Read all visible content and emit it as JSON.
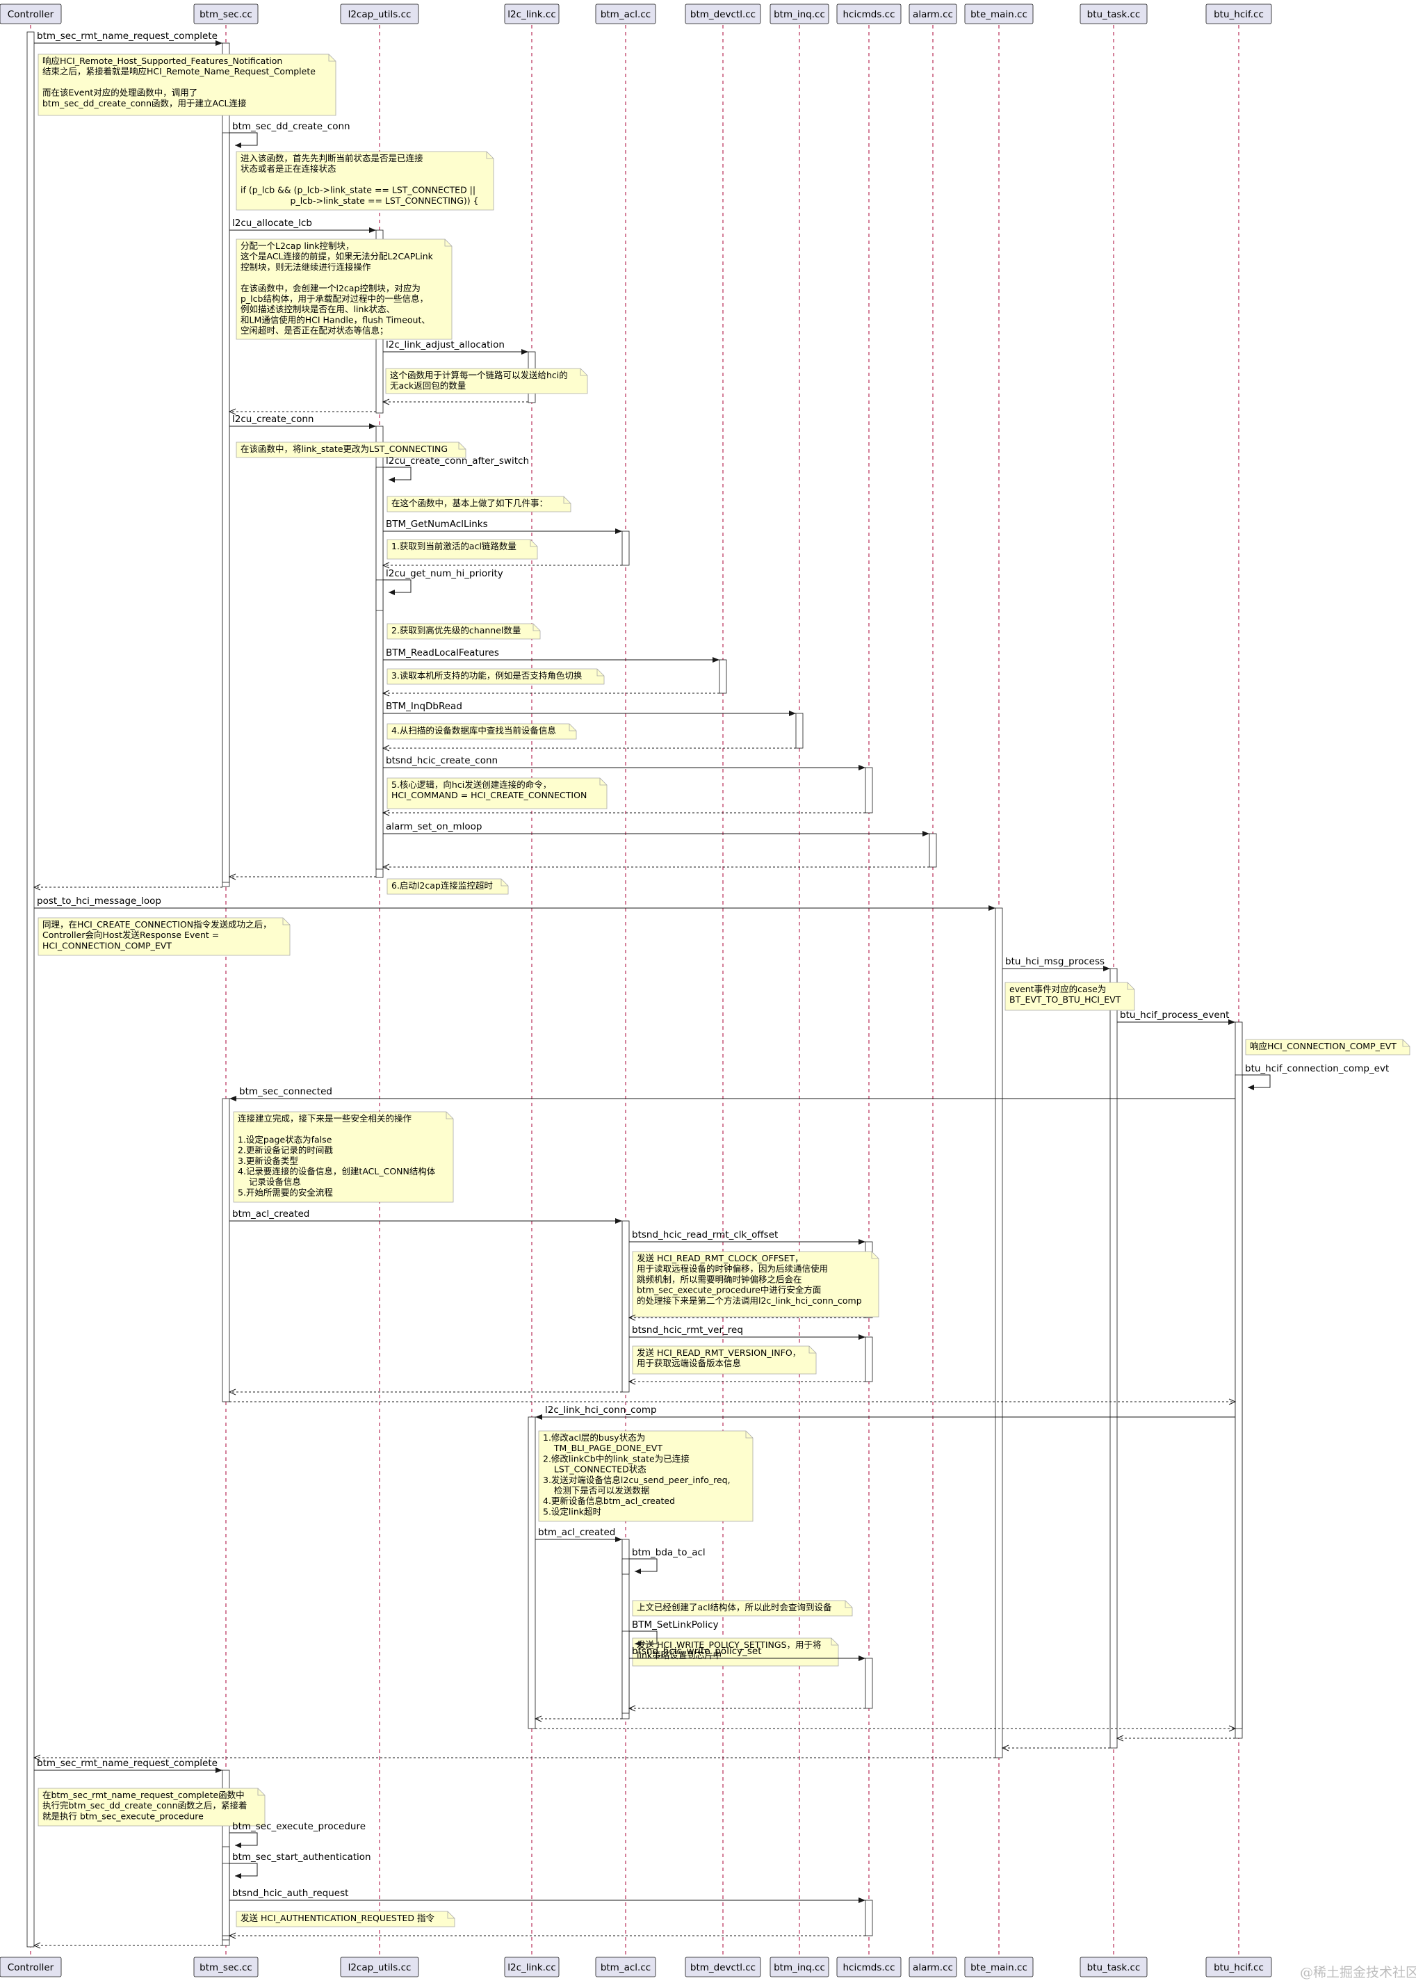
{
  "participants": [
    {
      "id": "controller",
      "name": "Controller"
    },
    {
      "id": "sec",
      "name": "btm_sec.cc"
    },
    {
      "id": "l2u",
      "name": "l2cap_utils.cc"
    },
    {
      "id": "l2l",
      "name": "l2c_link.cc"
    },
    {
      "id": "acl",
      "name": "btm_acl.cc"
    },
    {
      "id": "dev",
      "name": "btm_devctl.cc"
    },
    {
      "id": "inq",
      "name": "btm_inq.cc"
    },
    {
      "id": "hci",
      "name": "hcicmds.cc"
    },
    {
      "id": "alarm",
      "name": "alarm.cc"
    },
    {
      "id": "bte",
      "name": "bte_main.cc"
    },
    {
      "id": "btu",
      "name": "btu_task.cc"
    },
    {
      "id": "hcif",
      "name": "btu_hcif.cc"
    }
  ],
  "messages": [
    {
      "from": "controller",
      "to": "sec",
      "label": "btm_sec_rmt_name_request_complete"
    },
    {
      "from": "sec",
      "to": "sec",
      "label": "btm_sec_dd_create_conn"
    },
    {
      "from": "sec",
      "to": "l2u",
      "label": "l2cu_allocate_lcb"
    },
    {
      "from": "l2u",
      "to": "l2l",
      "label": "l2c_link_adjust_allocation"
    },
    {
      "from": "l2l",
      "to": "l2u",
      "label": "",
      "ret": true
    },
    {
      "from": "l2u",
      "to": "sec",
      "label": "",
      "ret": true
    },
    {
      "from": "sec",
      "to": "l2u",
      "label": "l2cu_create_conn"
    },
    {
      "from": "l2u",
      "to": "l2u",
      "label": "l2cu_create_conn_after_switch"
    },
    {
      "from": "l2u",
      "to": "acl",
      "label": "BTM_GetNumAclLinks"
    },
    {
      "from": "acl",
      "to": "l2u",
      "label": "",
      "ret": true
    },
    {
      "from": "l2u",
      "to": "l2u",
      "label": "l2cu_get_num_hi_priority"
    },
    {
      "from": "l2u",
      "to": "dev",
      "label": "BTM_ReadLocalFeatures"
    },
    {
      "from": "dev",
      "to": "l2u",
      "label": "",
      "ret": true
    },
    {
      "from": "l2u",
      "to": "inq",
      "label": "BTM_InqDbRead"
    },
    {
      "from": "inq",
      "to": "l2u",
      "label": "",
      "ret": true
    },
    {
      "from": "l2u",
      "to": "hci",
      "label": "btsnd_hcic_create_conn"
    },
    {
      "from": "hci",
      "to": "l2u",
      "label": "",
      "ret": true
    },
    {
      "from": "l2u",
      "to": "alarm",
      "label": "alarm_set_on_mloop"
    },
    {
      "from": "alarm",
      "to": "l2u",
      "label": "",
      "ret": true
    },
    {
      "from": "l2u",
      "to": "sec",
      "label": "",
      "ret": true
    },
    {
      "from": "sec",
      "to": "controller",
      "label": "",
      "ret": true
    },
    {
      "from": "controller",
      "to": "bte",
      "label": "post_to_hci_message_loop"
    },
    {
      "from": "bte",
      "to": "btu",
      "label": "btu_hci_msg_process"
    },
    {
      "from": "btu",
      "to": "hcif",
      "label": "btu_hcif_process_event"
    },
    {
      "from": "hcif",
      "to": "hcif",
      "label": "btu_hcif_connection_comp_evt"
    },
    {
      "from": "hcif",
      "to": "sec",
      "label": "btm_sec_connected"
    },
    {
      "from": "sec",
      "to": "acl",
      "label": "btm_acl_created"
    },
    {
      "from": "acl",
      "to": "hci",
      "label": "btsnd_hcic_read_rmt_clk_offset"
    },
    {
      "from": "hci",
      "to": "acl",
      "label": "",
      "ret": true
    },
    {
      "from": "acl",
      "to": "hci",
      "label": "btsnd_hcic_rmt_ver_req"
    },
    {
      "from": "hci",
      "to": "acl",
      "label": "",
      "ret": true
    },
    {
      "from": "acl",
      "to": "sec",
      "label": "",
      "ret": true
    },
    {
      "from": "sec",
      "to": "hcif",
      "label": "",
      "ret": true
    },
    {
      "from": "hcif",
      "to": "l2l",
      "label": "l2c_link_hci_conn_comp"
    },
    {
      "from": "l2l",
      "to": "acl",
      "label": "btm_acl_created"
    },
    {
      "from": "acl",
      "to": "acl",
      "label": "btm_bda_to_acl"
    },
    {
      "from": "acl",
      "to": "acl",
      "label": "BTM_SetLinkPolicy"
    },
    {
      "from": "acl",
      "to": "hci",
      "label": "btsnd_hcic_write_policy_set"
    },
    {
      "from": "hci",
      "to": "acl",
      "label": "",
      "ret": true
    },
    {
      "from": "acl",
      "to": "l2l",
      "label": "",
      "ret": true
    },
    {
      "from": "l2l",
      "to": "hcif",
      "label": "",
      "ret": true
    },
    {
      "from": "hcif",
      "to": "btu",
      "label": "",
      "ret": true
    },
    {
      "from": "btu",
      "to": "bte",
      "label": "",
      "ret": true
    },
    {
      "from": "bte",
      "to": "controller",
      "label": "",
      "ret": true
    },
    {
      "from": "controller",
      "to": "sec",
      "label": "btm_sec_rmt_name_request_complete"
    },
    {
      "from": "sec",
      "to": "sec",
      "label": "btm_sec_execute_procedure"
    },
    {
      "from": "sec",
      "to": "sec",
      "label": "btm_sec_start_authentication"
    },
    {
      "from": "sec",
      "to": "hci",
      "label": "btsnd_hcic_auth_request"
    },
    {
      "from": "hci",
      "to": "sec",
      "label": "",
      "ret": true
    },
    {
      "from": "sec",
      "to": "controller",
      "label": "",
      "ret": true
    }
  ],
  "notes": [
    {
      "text": "响应HCI_Remote_Host_Supported_Features_Notification\n结束之后，紧接着就是响应HCI_Remote_Name_Request_Complete\n\n而在该Event对应的处理函数中，调用了\nbtm_sec_dd_create_conn函数，用于建立ACL连接"
    },
    {
      "text": "进入该函数，首先先判断当前状态是否是已连接\n状态或者是正在连接状态\n\nif (p_lcb && (p_lcb->link_state == LST_CONNECTED ||\n                  p_lcb->link_state == LST_CONNECTING)) {"
    },
    {
      "text": "分配一个L2cap link控制块，\n这个是ACL连接的前提，如果无法分配L2CAPLink\n控制块，则无法继续进行连接操作\n\n在该函数中，会创建一个l2cap控制块，对应为\np_lcb结构体，用于承载配对过程中的一些信息，\n例如描述该控制块是否在用、link状态、\n和LM通信使用的HCI Handle，flush Timeout、\n空闲超时、是否正在配对状态等信息；"
    },
    {
      "text": "这个函数用于计算每一个链路可以发送给hci的\n无ack返回包的数量"
    },
    {
      "text": "在该函数中，将link_state更改为LST_CONNECTING"
    },
    {
      "text": "在这个函数中，基本上做了如下几件事："
    },
    {
      "text": "1.获取到当前激活的acl链路数量"
    },
    {
      "text": "2.获取到高优先级的channel数量"
    },
    {
      "text": "3.读取本机所支持的功能，例如是否支持角色切换"
    },
    {
      "text": "4.从扫描的设备数据库中查找当前设备信息"
    },
    {
      "text": "5.核心逻辑，向hci发送创建连接的命令，\nHCI_COMMAND = HCI_CREATE_CONNECTION"
    },
    {
      "text": "6.启动l2cap连接监控超时"
    },
    {
      "text": "同理，在HCI_CREATE_CONNECTION指令发送成功之后，\nController会向Host发送Response Event =\nHCI_CONNECTION_COMP_EVT"
    },
    {
      "text": "event事件对应的case为\nBT_EVT_TO_BTU_HCI_EVT"
    },
    {
      "text": "响应HCI_CONNECTION_COMP_EVT"
    },
    {
      "text": "连接建立完成，接下来是一些安全相关的操作\n\n1.设定page状态为false\n2.更新设备记录的时间戳\n3.更新设备类型\n4.记录要连接的设备信息，创建tACL_CONN结构体\n    记录设备信息\n5.开始所需要的安全流程"
    },
    {
      "text": "发送 HCI_READ_RMT_CLOCK_OFFSET，\n用于读取远程设备的时钟偏移，因为后续通信使用\n跳频机制，所以需要明确时钟偏移之后会在\nbtm_sec_execute_procedure中进行安全方面\n的处理接下来是第二个方法调用l2c_link_hci_conn_comp"
    },
    {
      "text": "发送 HCI_READ_RMT_VERSION_INFO，\n用于获取远端设备版本信息"
    },
    {
      "text": "1.修改acl层的busy状态为\n    TM_BLI_PAGE_DONE_EVT\n2.修改linkCb中的link_state为已连接\n    LST_CONNECTED状态\n3.发送对端设备信息l2cu_send_peer_info_req,\n    检测下是否可以发送数据\n4.更新设备信息btm_acl_created\n5.设定link超时"
    },
    {
      "text": "上文已经创建了acl结构体，所以此时会查询到设备"
    },
    {
      "text": "发送 HCI_WRITE_POLICY_SETTINGS，用于将\nlink策略设置到芯片中"
    },
    {
      "text": "在btm_sec_rmt_name_request_complete函数中\n执行完btm_sec_dd_create_conn函数之后，紧接着\n就是执行 btm_sec_execute_procedure"
    },
    {
      "text": "发送 HCI_AUTHENTICATION_REQUESTED 指令"
    }
  ],
  "watermark": "@稀土掘金技术社区"
}
